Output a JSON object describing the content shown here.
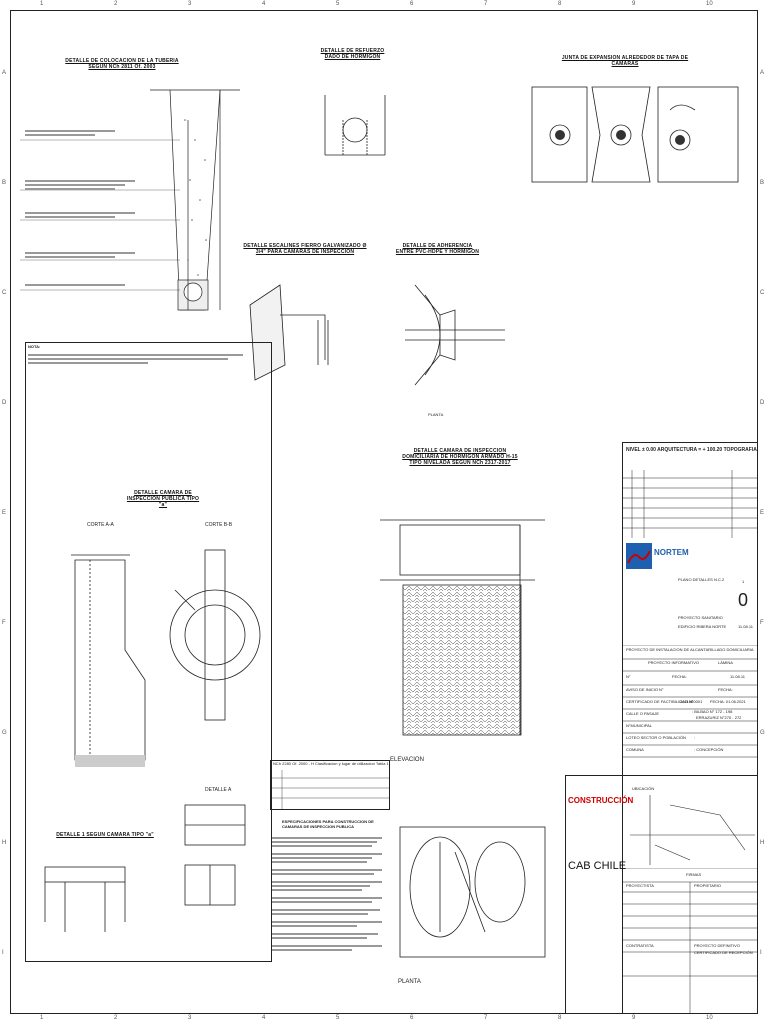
{
  "ruler_numbers": [
    "1",
    "2",
    "3",
    "4",
    "5",
    "6",
    "7",
    "8",
    "9",
    "10"
  ],
  "ruler_letters": [
    "A",
    "B",
    "C",
    "D",
    "E",
    "F",
    "G",
    "H",
    "I"
  ],
  "titles": {
    "tuberia": "DETALLE DE COLOCACION DE LA TUBERIA SEGUN NCh 2811 Of. 2003",
    "refuerzo": "DETALLE DE REFUERZO DADO DE HORMIGON",
    "junta": "JUNTA DE EXPANSION ALREDEDOR DE TAPA DE CAMARAS",
    "escalines": "DETALLE ESCALINES FIERRO GALVANIZADO Ø 3/4\" PARA CAMARAS DE INSPECCION",
    "adherencia": "DETALLE DE ADHERENCIA ENTRE PVC-HDPE Y HORMIGON",
    "camara_armado": "DETALLE CAMARA DE INSPECCION DOMICILIARIA DE HORMIGON ARMADO H-15 TIPO NIVELADA SEGUN NCh 2317-2017",
    "camara_publica": "DETALLE CAMARA DE INSPECCION PUBLICA TIPO \"a\"",
    "detalle1": "DETALLE 1 SEGUN CAMARA TIPO \"a\""
  },
  "labels": {
    "corte_aa": "CORTE A-A",
    "corte_bb": "CORTE B-B",
    "planta": "PLANTA",
    "elevacion": "ELEVACION",
    "detalle_a": "DETALLE A",
    "planta_small": "PLANTA",
    "nota": "NOTA:",
    "esp_title": "ESPECIFICACIONES PARA CONSTRUCCION DE CAMARAS DE INSPECCION PUBLICA",
    "nch_table": "NCh 2280 Of. 2000 - H Clasificacion y lugar de utilizacion Tabla 1"
  },
  "title_block": {
    "top_title": "NIVEL ± 0.00 ARQUITECTURA = + 100.20 TOPOGRAFIA",
    "brand": "NORTEM",
    "detalle": "PLANO DETALLES N.C.2",
    "number": "0",
    "lamina_num": "1",
    "proyecto": "PROYECTO SANITARIO",
    "edificio": "EDIFICIO RIBERA NORTE",
    "date1": "11.08.11",
    "proyecto_instalacion": "PROYECTO DE INSTALACION DE ALCANTARILLADO DOMICILIARIA",
    "proyecto_informativo": "PROYECTO INFORMATIVO",
    "lamina": "LÁMINA",
    "n": "N°",
    "fecha": "FECHA:",
    "fecha_val": "11.08.11",
    "aviso": "AVISO DE INICIO N°",
    "aviso_fecha": "FECHA:",
    "certificado": "CERTIFICADO DE FACTIBILIDAD N°",
    "cert_val": "2021060001",
    "cert_fecha": "FECHA: 01.06.2021",
    "calle": "CALLE O PASAJE",
    "calle_val1": ": BILBAO N° 172 - 198",
    "calle_val2": "ERRAZURIZ N°270 - 272",
    "municipal": "N°MUNICIPAL",
    "loteo": "LOTEO SECTOR O POBLACIÓN",
    "loteo_val": ":",
    "comuna": "COMUNA",
    "comuna_val": ": CONCEPCIÓN",
    "construccion": "CONSTRUCCIÓN",
    "ubicacion": "UBICACIÓN",
    "cab": "CAB CHILE",
    "firmas": "FIRMAS",
    "proyectista": "PROYECTISTA",
    "propietario": "PROPIETARIO",
    "contratista": "CONTRATISTA",
    "definitivo": "PROYECTO DEFINITIVO",
    "recepcion": "CERTIFICADO DE RECEPCIÓN"
  },
  "colors": {
    "line": "#222222",
    "red": "#cc0000",
    "blue": "#1f5fb0"
  }
}
